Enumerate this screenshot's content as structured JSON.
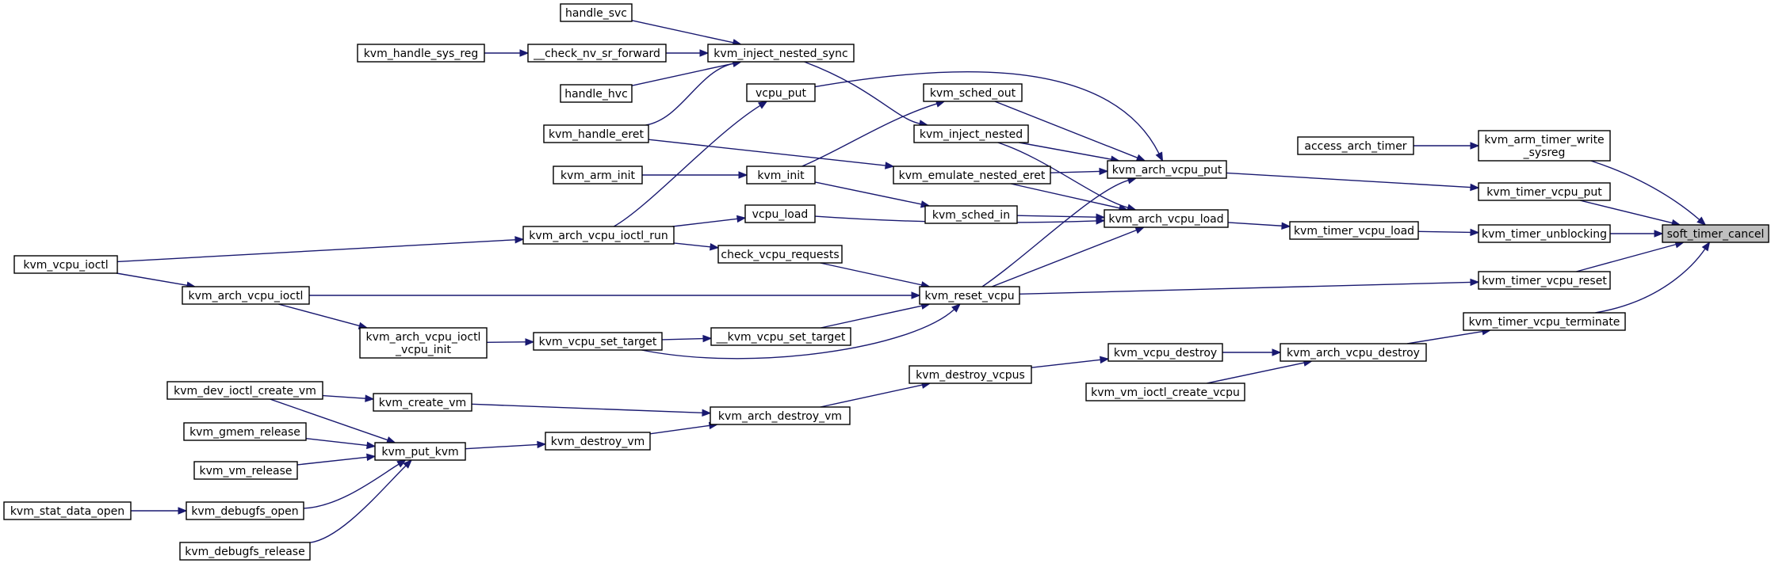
{
  "graph": {
    "highlight": "soft_timer_cancel",
    "colors": {
      "edge": "#191970",
      "highlight_fill": "#bfbfbf",
      "node_fill": "#ffffff"
    },
    "nodes": [
      {
        "id": "soft_timer_cancel",
        "lines": [
          "soft_timer_cancel"
        ]
      },
      {
        "id": "kvm_arm_timer_write_sysreg",
        "lines": [
          "kvm_arm_timer_write",
          "_sysreg"
        ]
      },
      {
        "id": "access_arch_timer",
        "lines": [
          "access_arch_timer"
        ]
      },
      {
        "id": "kvm_timer_vcpu_put",
        "lines": [
          "kvm_timer_vcpu_put"
        ]
      },
      {
        "id": "kvm_timer_unblocking",
        "lines": [
          "kvm_timer_unblocking"
        ]
      },
      {
        "id": "kvm_timer_vcpu_reset",
        "lines": [
          "kvm_timer_vcpu_reset"
        ]
      },
      {
        "id": "kvm_timer_vcpu_terminate",
        "lines": [
          "kvm_timer_vcpu_terminate"
        ]
      },
      {
        "id": "kvm_timer_vcpu_load",
        "lines": [
          "kvm_timer_vcpu_load"
        ]
      },
      {
        "id": "kvm_arch_vcpu_destroy",
        "lines": [
          "kvm_arch_vcpu_destroy"
        ]
      },
      {
        "id": "kvm_vcpu_destroy",
        "lines": [
          "kvm_vcpu_destroy"
        ]
      },
      {
        "id": "kvm_vm_ioctl_create_vcpu",
        "lines": [
          "kvm_vm_ioctl_create_vcpu"
        ]
      },
      {
        "id": "kvm_destroy_vcpus",
        "lines": [
          "kvm_destroy_vcpus"
        ]
      },
      {
        "id": "kvm_arch_destroy_vm",
        "lines": [
          "kvm_arch_destroy_vm"
        ]
      },
      {
        "id": "kvm_create_vm",
        "lines": [
          "kvm_create_vm"
        ]
      },
      {
        "id": "kvm_destroy_vm",
        "lines": [
          "kvm_destroy_vm"
        ]
      },
      {
        "id": "kvm_put_kvm",
        "lines": [
          "kvm_put_kvm"
        ]
      },
      {
        "id": "kvm_dev_ioctl_create_vm",
        "lines": [
          "kvm_dev_ioctl_create_vm"
        ]
      },
      {
        "id": "kvm_gmem_release",
        "lines": [
          "kvm_gmem_release"
        ]
      },
      {
        "id": "kvm_vm_release",
        "lines": [
          "kvm_vm_release"
        ]
      },
      {
        "id": "kvm_debugfs_open",
        "lines": [
          "kvm_debugfs_open"
        ]
      },
      {
        "id": "kvm_debugfs_release",
        "lines": [
          "kvm_debugfs_release"
        ]
      },
      {
        "id": "kvm_stat_data_open",
        "lines": [
          "kvm_stat_data_open"
        ]
      },
      {
        "id": "kvm_arch_vcpu_put",
        "lines": [
          "kvm_arch_vcpu_put"
        ]
      },
      {
        "id": "kvm_arch_vcpu_load",
        "lines": [
          "kvm_arch_vcpu_load"
        ]
      },
      {
        "id": "kvm_reset_vcpu",
        "lines": [
          "kvm_reset_vcpu"
        ]
      },
      {
        "id": "kvm_sched_out",
        "lines": [
          "kvm_sched_out"
        ]
      },
      {
        "id": "kvm_inject_nested",
        "lines": [
          "kvm_inject_nested"
        ]
      },
      {
        "id": "kvm_emulate_nested_eret",
        "lines": [
          "kvm_emulate_nested_eret"
        ]
      },
      {
        "id": "kvm_sched_in",
        "lines": [
          "kvm_sched_in"
        ]
      },
      {
        "id": "kvm_inject_nested_sync",
        "lines": [
          "kvm_inject_nested_sync"
        ]
      },
      {
        "id": "handle_svc",
        "lines": [
          "handle_svc"
        ]
      },
      {
        "id": "check_nv_sr_forward",
        "lines": [
          "__check_nv_sr_forward"
        ]
      },
      {
        "id": "kvm_handle_sys_reg",
        "lines": [
          "kvm_handle_sys_reg"
        ]
      },
      {
        "id": "handle_hvc",
        "lines": [
          "handle_hvc"
        ]
      },
      {
        "id": "kvm_handle_eret",
        "lines": [
          "kvm_handle_eret"
        ]
      },
      {
        "id": "vcpu_put",
        "lines": [
          "vcpu_put"
        ]
      },
      {
        "id": "kvm_init",
        "lines": [
          "kvm_init"
        ]
      },
      {
        "id": "kvm_arm_init",
        "lines": [
          "kvm_arm_init"
        ]
      },
      {
        "id": "vcpu_load",
        "lines": [
          "vcpu_load"
        ]
      },
      {
        "id": "kvm_arch_vcpu_ioctl_run",
        "lines": [
          "kvm_arch_vcpu_ioctl_run"
        ]
      },
      {
        "id": "check_vcpu_requests",
        "lines": [
          "check_vcpu_requests"
        ]
      },
      {
        "id": "kvm_vcpu_ioctl",
        "lines": [
          "kvm_vcpu_ioctl"
        ]
      },
      {
        "id": "kvm_arch_vcpu_ioctl",
        "lines": [
          "kvm_arch_vcpu_ioctl"
        ]
      },
      {
        "id": "kvm_arch_vcpu_ioctl_vcpu_init",
        "lines": [
          "kvm_arch_vcpu_ioctl",
          "_vcpu_init"
        ]
      },
      {
        "id": "kvm_vcpu_set_target",
        "lines": [
          "kvm_vcpu_set_target"
        ]
      },
      {
        "id": "__kvm_vcpu_set_target",
        "lines": [
          "__kvm_vcpu_set_target"
        ]
      }
    ]
  }
}
